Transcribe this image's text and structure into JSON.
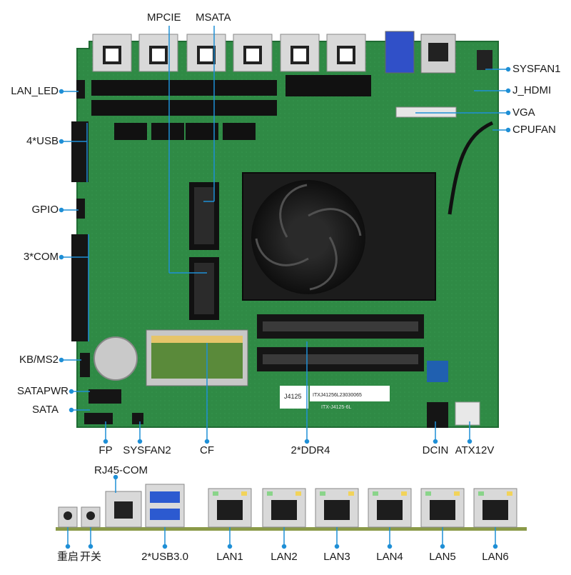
{
  "colors": {
    "pcb": "#2f8a45",
    "pcb_dark": "#1f6b33",
    "leader": "#1e8fd6",
    "heatsink": "#1c1c1c",
    "rail": "#8a9a48"
  },
  "labels": {
    "top_mpcie": "MPCIE",
    "top_msata": "MSATA",
    "lan_led": "LAN_LED",
    "usb4": "4*USB",
    "gpio": "GPIO",
    "com3": "3*COM",
    "kbms2": "KB/MS2",
    "satapwr": "SATAPWR",
    "sata": "SATA",
    "sysfan1": "SYSFAN1",
    "j_hdmi": "J_HDMI",
    "vga": "VGA",
    "cpufan": "CPUFAN",
    "fp": "FP",
    "sysfan2": "SYSFAN2",
    "cf": "CF",
    "ddr": "2*DDR4",
    "dcin": "DCIN",
    "atx12v": "ATX12V",
    "rj45com": "RJ45-COM",
    "reset": "重启",
    "power": "开关",
    "usb30": "2*USB3.0",
    "lan1": "LAN1",
    "lan2": "LAN2",
    "lan3": "LAN3",
    "lan4": "LAN4",
    "lan5": "LAN5",
    "lan6": "LAN6"
  },
  "board": {
    "model": "ITX-J4125-6L",
    "sticker_text": "J4125",
    "serial": "ITXJ41256L23030065"
  }
}
